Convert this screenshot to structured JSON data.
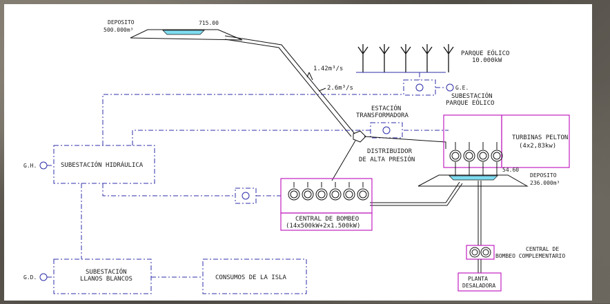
{
  "deposito_superior": {
    "label": "DEPOSITO",
    "capacity": "500.000m³",
    "elevation": "715.00"
  },
  "deposito_inferior": {
    "label": "DEPOSITO",
    "capacity": "236.000m³",
    "elevation": "54.60"
  },
  "flows": {
    "upper": "1.42m³/s",
    "lower": "2.6m³/s"
  },
  "parque_eolico": {
    "title": "PARQUE EÓLICO",
    "power": "10.000kW",
    "turbines": 5
  },
  "subestacion_eolico": {
    "line1": "SUBESTACIÓN",
    "line2": "PARQUE EÓLICO",
    "tag": "G.E."
  },
  "estacion_transformadora": {
    "line1": "ESTACIÓN",
    "line2": "TRANSFORMADORA"
  },
  "turbinas": {
    "title": "TURBINAS PELTON",
    "detail": "(4x2,83kw)",
    "units": 4
  },
  "distribuidor": {
    "line1": "DISTRIBUIDOR",
    "line2": "DE ALTA PRESIÓN"
  },
  "subestacion_hidraulica": {
    "label": "SUBESTACIÓN HIDRÁULICA",
    "tag": "G.H."
  },
  "central_bombeo": {
    "line1": "CENTRAL DE BOMBEO",
    "line2": "(14x500kW+2x1.500kW)",
    "units": 6
  },
  "central_complementario": {
    "line1": "CENTRAL DE",
    "line2": "BOMBEO COMPLEMENTARIO",
    "units": 2
  },
  "planta": {
    "line1": "PLANTA",
    "line2": "DESALADORA"
  },
  "subestacion_llanos": {
    "line1": "SUBESTACIÓN",
    "line2": "LLANOS BLANCOS",
    "tag": "G.D."
  },
  "consumos": {
    "label": "CONSUMOS DE LA ISLA"
  },
  "colors": {
    "line": "#111111",
    "electric": "#2c2ca8",
    "box_accent": "#c020c0",
    "water": "#7fdcf0"
  }
}
